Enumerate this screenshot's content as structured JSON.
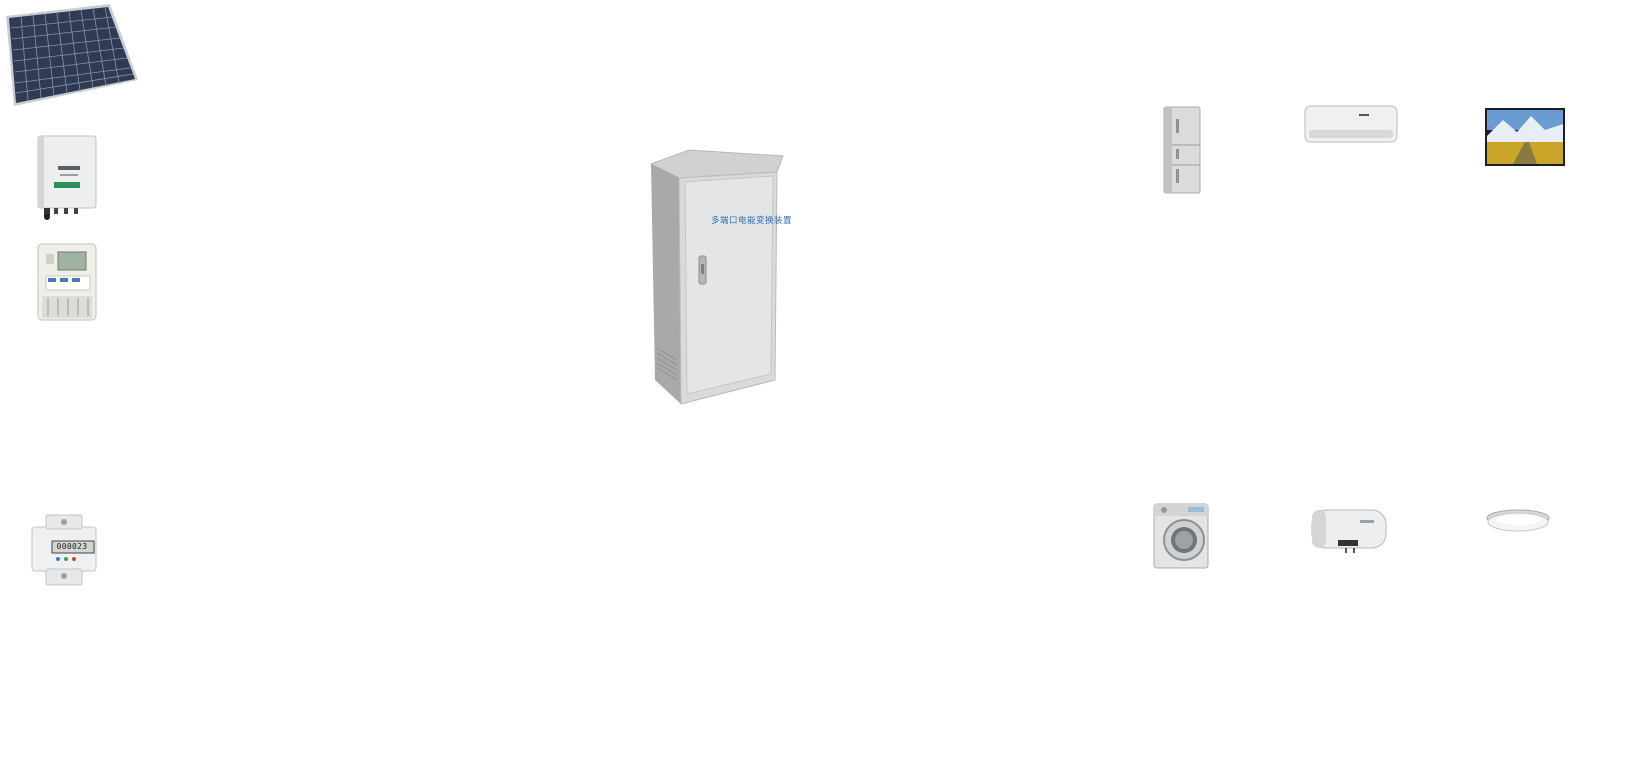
{
  "scene": {
    "central_unit": {
      "name": "multi-port-energy-conversion-cabinet",
      "label": "多端口电能变换装置",
      "brand": "",
      "icon": "cabinet-icon"
    },
    "left_devices": [
      {
        "name": "solar-panel",
        "icon": "solar-panel-icon"
      },
      {
        "name": "pv-inverter",
        "icon": "inverter-icon"
      },
      {
        "name": "smart-meter",
        "icon": "meter-icon"
      },
      {
        "name": "din-rail-meter",
        "icon": "din-meter-icon",
        "display_value": "000023"
      }
    ],
    "right_devices_top": [
      {
        "name": "refrigerator",
        "icon": "refrigerator-icon"
      },
      {
        "name": "air-conditioner",
        "icon": "air-conditioner-icon"
      },
      {
        "name": "television",
        "icon": "tv-icon"
      }
    ],
    "right_devices_bottom": [
      {
        "name": "washing-machine",
        "icon": "washing-machine-icon"
      },
      {
        "name": "water-heater",
        "icon": "water-heater-icon"
      },
      {
        "name": "ceiling-lamp",
        "icon": "ceiling-lamp-icon"
      }
    ]
  },
  "colors": {
    "background": "#ffffff",
    "cabinet_body": "#d9dbdd",
    "cabinet_label": "#2a6fb3",
    "solar_cell": "#2f3b55",
    "appliance_white": "#eef0f2"
  }
}
